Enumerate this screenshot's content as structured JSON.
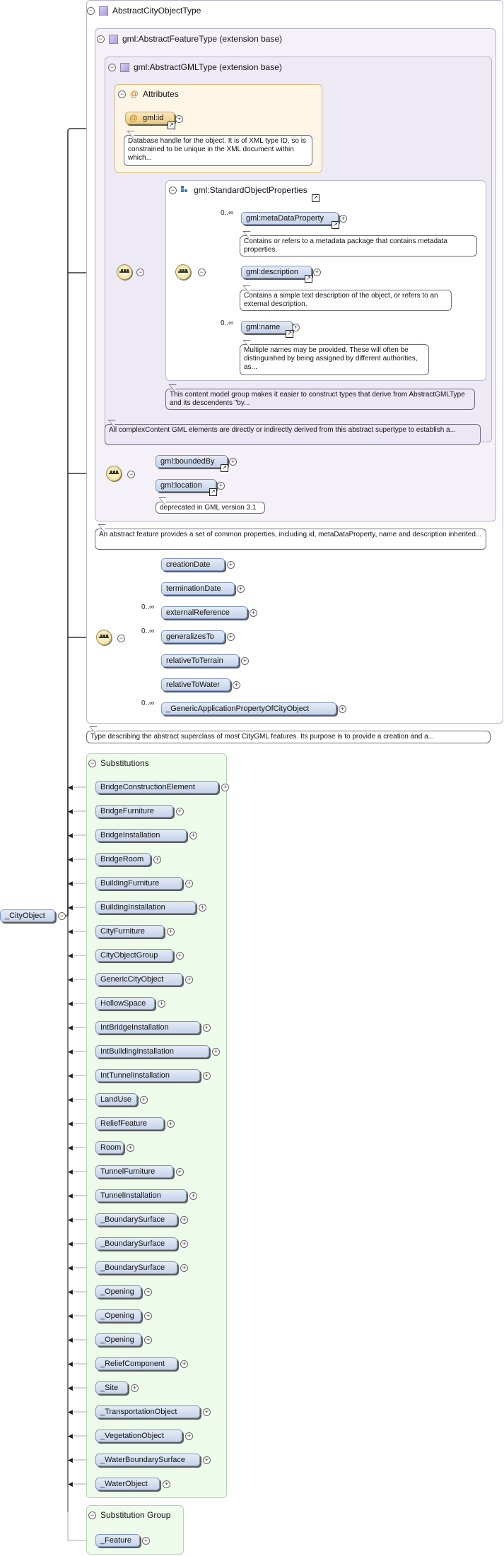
{
  "root_element": "_CityObject",
  "type_box": {
    "title": "AbstractCityObjectType",
    "description": "Type describing the abstract superclass of most CityGML features. Its purpose is to provide a creation and a..."
  },
  "feature_box": {
    "title": "gml:AbstractFeatureType (extension base)",
    "description": "An abstract feature provides a set of common properties, including id, metaDataProperty, name and description inherited..."
  },
  "gml_box": {
    "title": "gml:AbstractGMLType (extension base)",
    "description": "All complexContent GML elements are directly or indirectly derived from this abstract supertype to establish a..."
  },
  "attributes": {
    "title": "Attributes",
    "items": [
      {
        "name": "gml:id",
        "description": "Database handle for the object. It is of XML type ID, so is constrained to be unique in the XML document within which..."
      }
    ]
  },
  "std_props": {
    "title": "gml:StandardObjectProperties",
    "description": "This content model group makes it easier to construct types that derive from AbstractGMLType and its descendents \"by...",
    "items": [
      {
        "name": "gml:metaDataProperty",
        "occurrence": "0..∞",
        "description": "Contains or refers to a metadata package that contains metadata properties."
      },
      {
        "name": "gml:description",
        "occurrence": "",
        "description": "Contains a simple text description of the object, or refers to an external description."
      },
      {
        "name": "gml:name",
        "occurrence": "0..∞",
        "description": "Multiple names may be provided. These will often be distinguished by being assigned by different authorities, as..."
      }
    ]
  },
  "feature_seq": {
    "items": [
      {
        "name": "gml:boundedBy",
        "occurrence": "",
        "description": ""
      },
      {
        "name": "gml:location",
        "occurrence": "",
        "description": "deprecated in GML version 3.1"
      }
    ]
  },
  "city_seq": {
    "items": [
      {
        "name": "creationDate",
        "occurrence": ""
      },
      {
        "name": "terminationDate",
        "occurrence": ""
      },
      {
        "name": "externalReference",
        "occurrence": "0..∞"
      },
      {
        "name": "generalizesTo",
        "occurrence": "0..∞"
      },
      {
        "name": "relativeToTerrain",
        "occurrence": ""
      },
      {
        "name": "relativeToWater",
        "occurrence": ""
      },
      {
        "name": "_GenericApplicationPropertyOfCityObject",
        "occurrence": "0..∞"
      }
    ]
  },
  "substitutions": {
    "title": "Substitutions",
    "items": [
      "BridgeConstructionElement",
      "BridgeFurniture",
      "BridgeInstallation",
      "BridgeRoom",
      "BuildingFurniture",
      "BuildingInstallation",
      "CityFurniture",
      "CityObjectGroup",
      "GenericCityObject",
      "HollowSpace",
      "IntBridgeInstallation",
      "IntBuildingInstallation",
      "IntTunnelInstallation",
      "LandUse",
      "ReliefFeature",
      "Room",
      "TunnelFurniture",
      "TunnelInstallation",
      "_BoundarySurface",
      "_BoundarySurface",
      "_BoundarySurface",
      "_Opening",
      "_Opening",
      "_Opening",
      "_ReliefComponent",
      "_Site",
      "_TransportationObject",
      "_VegetationObject",
      "_WaterBoundarySurface",
      "_WaterObject"
    ]
  },
  "substitution_group": {
    "title": "Substitution Group",
    "items": [
      "_Feature"
    ]
  }
}
